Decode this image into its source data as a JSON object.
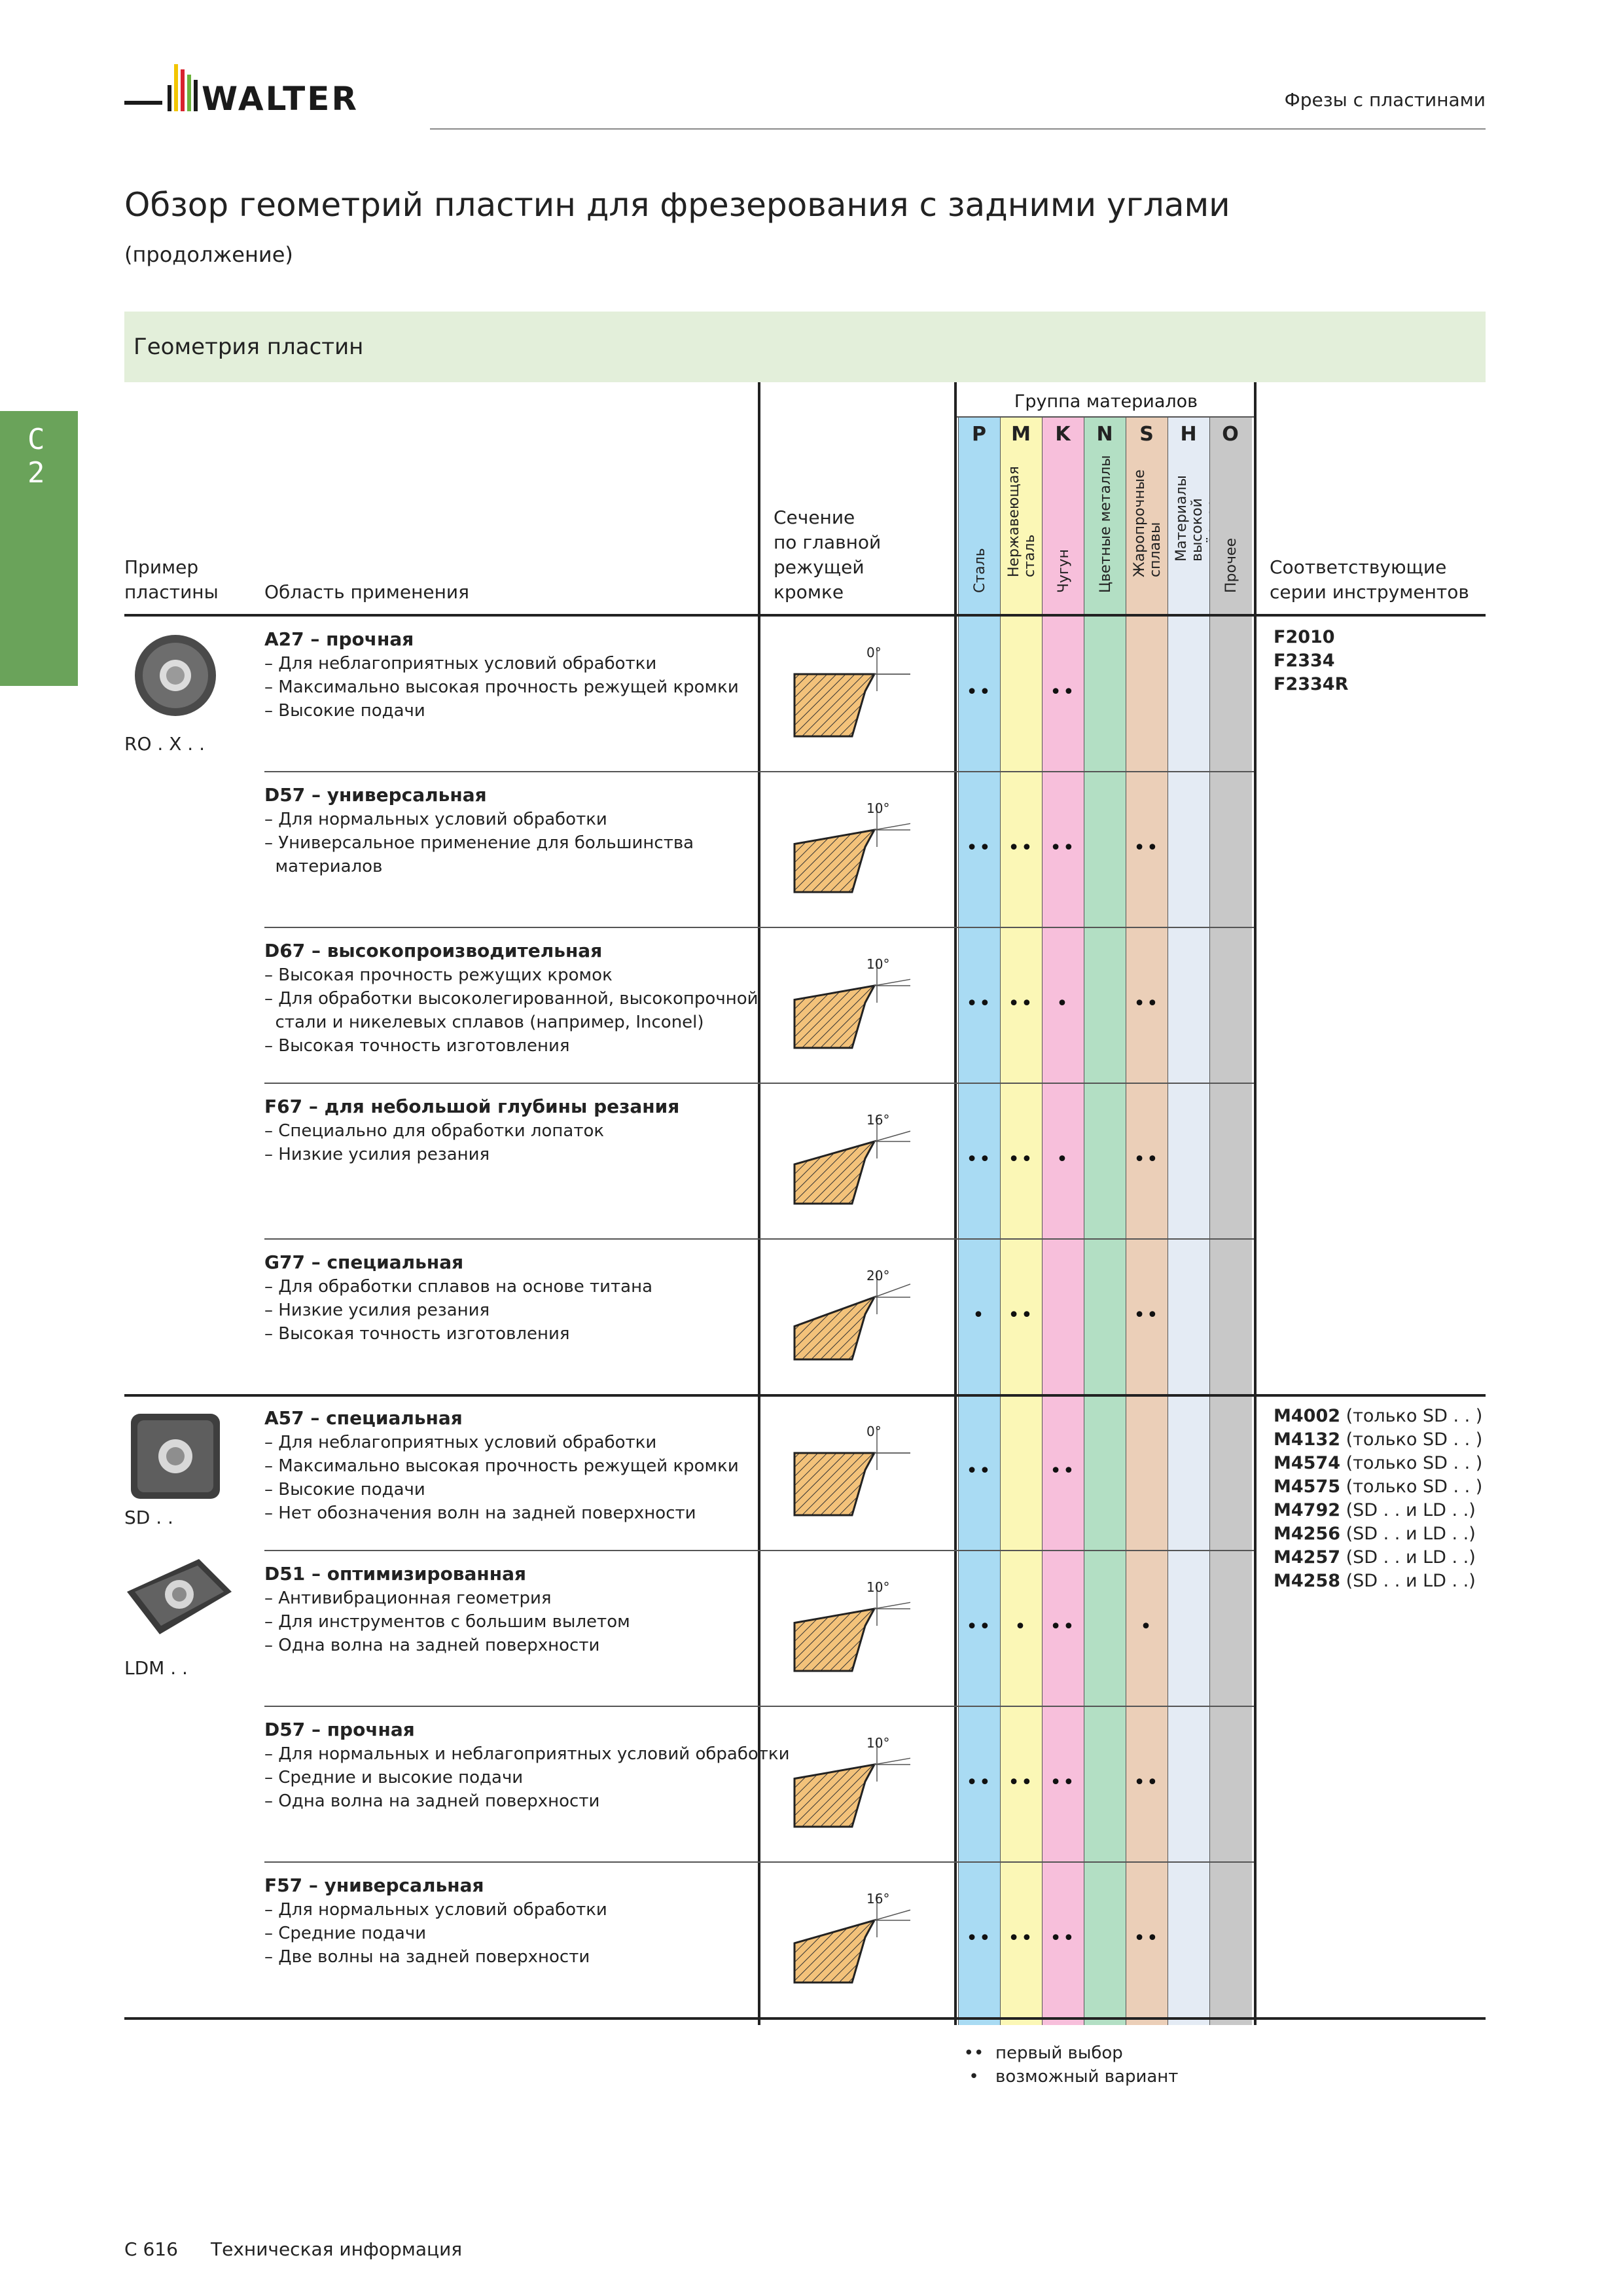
{
  "header": {
    "brand": "WALTER",
    "section": "Фрезы с пластинами"
  },
  "page": {
    "title": "Обзор геометрий пластин для фрезерования с задними углами",
    "subtitle": "(продолжение)",
    "side_tab": "C 2",
    "band_title": "Геометрия пластин"
  },
  "table": {
    "col_example": "Пример\nпластины",
    "col_area": "Область применения",
    "col_section": "Сечение\nпо главной\nрежущей\nкромке",
    "col_group": "Группа материалов",
    "col_series": "Соответствующие\nсерии инструментов",
    "groups": [
      {
        "letter": "P",
        "label": "Сталь",
        "color": "#a9dbf3"
      },
      {
        "letter": "M",
        "label": "Нержавеющая сталь",
        "color": "#fbf7b6"
      },
      {
        "letter": "K",
        "label": "Чугун",
        "color": "#f7bfdb"
      },
      {
        "letter": "N",
        "label": "Цветные металлы",
        "color": "#b3dfc4"
      },
      {
        "letter": "S",
        "label": "Жаропрочные сплавы",
        "color": "#ebcfb8"
      },
      {
        "letter": "H",
        "label": "Материалы высокой твёрдости",
        "color": "#e4ebf4"
      },
      {
        "letter": "O",
        "label": "Прочее",
        "color": "#c8c8c8"
      }
    ],
    "blocks": [
      {
        "insert": "RO . X . .",
        "series": [
          {
            "code": "F2010",
            "note": ""
          },
          {
            "code": "F2334",
            "note": ""
          },
          {
            "code": "F2334R",
            "note": ""
          }
        ],
        "rows": [
          {
            "title": "A27 – прочная",
            "items": [
              "– Для неблагоприятных условий обработки",
              "– Максимально высокая прочность режущей кромки",
              "– Высокие подачи"
            ],
            "angle": "0°",
            "dots": [
              "••",
              "",
              "••",
              "",
              "",
              "",
              ""
            ]
          },
          {
            "title": "D57 – универсальная",
            "items": [
              "– Для нормальных условий обработки",
              "– Универсальное применение для большинства",
              "  материалов"
            ],
            "angle": "10°",
            "dots": [
              "••",
              "••",
              "••",
              "",
              "••",
              "",
              ""
            ]
          },
          {
            "title": "D67 – высокопроизводительная",
            "items": [
              "– Высокая прочность режущих кромок",
              "– Для обработки высоколегированной, высокопрочной",
              "  стали и никелевых сплавов (например, Inconel)",
              "– Высокая точность изготовления"
            ],
            "angle": "10°",
            "dots": [
              "••",
              "••",
              "•",
              "",
              "••",
              "",
              ""
            ]
          },
          {
            "title": "F67 – для небольшой глубины резания",
            "items": [
              "– Специально для обработки лопаток",
              "– Низкие усилия резания"
            ],
            "angle": "16°",
            "dots": [
              "••",
              "••",
              "•",
              "",
              "••",
              "",
              ""
            ]
          },
          {
            "title": "G77 – специальная",
            "items": [
              "– Для обработки сплавов на основе титана",
              "– Низкие усилия резания",
              "– Высокая точность изготовления"
            ],
            "angle": "20°",
            "dots": [
              "•",
              "••",
              "",
              "",
              "••",
              "",
              ""
            ]
          }
        ]
      },
      {
        "insert": "SD . .",
        "insert2": "LDM . .",
        "series": [
          {
            "code": "M4002",
            "note": " (только SD . . )"
          },
          {
            "code": "M4132",
            "note": " (только SD . . )"
          },
          {
            "code": "M4574",
            "note": " (только SD . . )"
          },
          {
            "code": "M4575",
            "note": " (только SD . . )"
          },
          {
            "code": "M4792",
            "note": " (SD . . и LD . .)"
          },
          {
            "code": "M4256",
            "note": " (SD . . и LD . .)"
          },
          {
            "code": "M4257",
            "note": " (SD . . и LD . .)"
          },
          {
            "code": "M4258",
            "note": " (SD . . и LD . .)"
          }
        ],
        "rows": [
          {
            "title": "A57 – специальная",
            "items": [
              "– Для неблагоприятных условий обработки",
              "– Максимально высокая прочность режущей кромки",
              "– Высокие подачи",
              "– Нет обозначения волн на задней поверхности"
            ],
            "angle": "0°",
            "dots": [
              "••",
              "",
              "••",
              "",
              "",
              "",
              ""
            ]
          },
          {
            "title": "D51 – оптимизированная",
            "items": [
              "– Антивибрационная геометрия",
              "– Для инструментов с большим вылетом",
              "– Одна волна на задней поверхности"
            ],
            "angle": "10°",
            "dots": [
              "••",
              "•",
              "••",
              "",
              "•",
              "",
              ""
            ]
          },
          {
            "title": "D57 – прочная",
            "items": [
              "– Для нормальных и неблагоприятных условий обработки",
              "– Средние и высокие подачи",
              "– Одна волна на задней поверхности"
            ],
            "angle": "10°",
            "dots": [
              "••",
              "••",
              "••",
              "",
              "••",
              "",
              ""
            ]
          },
          {
            "title": "F57 – универсальная",
            "items": [
              "– Для нормальных условий обработки",
              "– Средние подачи",
              "– Две волны на задней поверхности"
            ],
            "angle": "16°",
            "dots": [
              "••",
              "••",
              "••",
              "",
              "••",
              "",
              ""
            ]
          }
        ]
      }
    ]
  },
  "legend": [
    {
      "symbol": "••",
      "text": "первый выбор"
    },
    {
      "symbol": "•",
      "text": "возможный вариант"
    }
  ],
  "footer": {
    "page": "C 616",
    "section": "Техническая информация"
  }
}
